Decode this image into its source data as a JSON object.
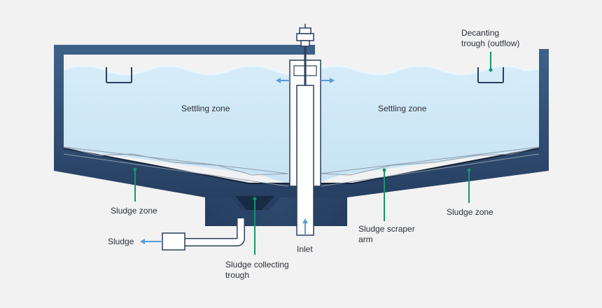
{
  "labels": {
    "settling_zone_left": "Settling zone",
    "settling_zone_right": "Settling zone",
    "decanting_trough": {
      "line1": "Decanting",
      "line2": "trough (outflow)"
    },
    "sludge_zone_left": "Sludge zone",
    "sludge_zone_right": "Sludge zone",
    "sludge_outlet": "Sludge",
    "sludge_collecting_trough": {
      "line1": "Sludge collecting",
      "line2": "trough"
    },
    "inlet": "Inlet",
    "sludge_scraper_arm": {
      "line1": "Sludge scraper",
      "line2": "arm"
    }
  },
  "colors": {
    "background": "#f2f2f2",
    "tank_wall": "#253c5c",
    "tank_wall_highlight": "#3d5f86",
    "water": "#cfe8f6",
    "water_wave": "#e9f5fc",
    "pointer": "#15956b",
    "flow_arrow": "#5b9bd5",
    "scraper": "#9aa6b2"
  },
  "icons": {
    "flow": "arrow-icon",
    "drive": "drive-motor-icon"
  }
}
